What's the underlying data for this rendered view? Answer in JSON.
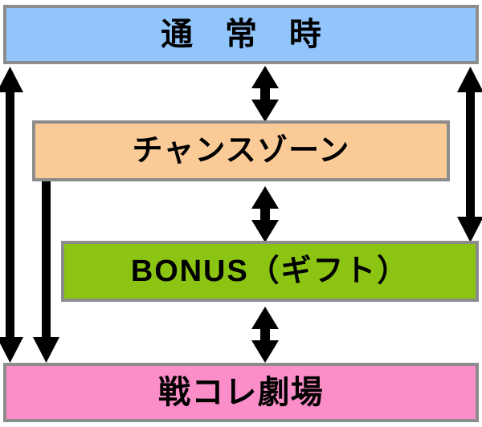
{
  "diagram": {
    "type": "state-transition-flow",
    "title_text_present": false,
    "background_color": "#ffffff",
    "border_color": "#8c8c8c",
    "arrow_color": "#000000",
    "boxes": [
      {
        "id": "normal",
        "label": "通 常 時",
        "color": "#92c5fc",
        "order": 1
      },
      {
        "id": "chance",
        "label": "チャンスゾーン",
        "color": "#fbcb97",
        "order": 2
      },
      {
        "id": "bonus",
        "label": "BONUS（ギフト）",
        "color": "#8cc413",
        "order": 3
      },
      {
        "id": "theater",
        "label": "戦コレ劇場",
        "color": "#fb8dc8",
        "order": 4
      }
    ],
    "connections": [
      {
        "id": "normal-chance",
        "from": "normal",
        "to": "chance",
        "direction": "both",
        "position": "center"
      },
      {
        "id": "chance-bonus",
        "from": "chance",
        "to": "bonus",
        "direction": "both",
        "position": "center"
      },
      {
        "id": "bonus-theater",
        "from": "bonus",
        "to": "theater",
        "direction": "both",
        "position": "center"
      },
      {
        "id": "normal-theater",
        "from": "normal",
        "to": "theater",
        "direction": "both",
        "position": "left-outer"
      },
      {
        "id": "chance-theater",
        "from": "chance",
        "to": "theater",
        "direction": "down",
        "position": "left-inner"
      },
      {
        "id": "normal-bonus",
        "from": "normal",
        "to": "bonus",
        "direction": "both",
        "position": "right-outer"
      }
    ]
  }
}
